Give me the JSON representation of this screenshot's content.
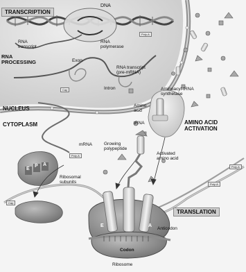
{
  "diagram": {
    "headings": {
      "transcription": "TRANSCRIPTION",
      "rna_processing": "RNA\nPROCESSING",
      "nucleus": "NUCLEUS",
      "cytoplasm": "CYTOPLASM",
      "amino_acid_activation": "AMINO ACID\nACTIVATION",
      "translation": "TRANSLATION"
    },
    "labels": {
      "dna": "DNA",
      "rna_transcript": "RNA\ntranscript",
      "rna_polymerase": "RNA\npolymerase",
      "exon": "Exon",
      "rna_transcript_pre_mrna": "RNA transcript\n(pre-mRNA)",
      "intron": "Intron",
      "aminoacyl_trna_synthetase": "Aminoacyl-tRNA\nsynthetase",
      "amino_acid": "Amino\nacid",
      "trna": "tRNA",
      "mrna": "mRNA",
      "growing_polypeptide": "Growing\npolypeptide",
      "activated_amino_acid": "Activated\namino acid",
      "ribosomal_subunits": "Ribosomal\nsubunits",
      "anticodon": "Anticodon",
      "codon": "Codon",
      "ribosome": "Ribosome"
    },
    "tiny_tags": {
      "cap_nucleus": "Cap",
      "polya_nucleus": "Poly-A",
      "polya_cytoplasm": "Poly-A",
      "cap_cytoplasm": "Cap",
      "polya_right": "Poly-A",
      "polya_upper": "Poly-A"
    },
    "site_letters": {
      "free_e": "E",
      "free_p": "P",
      "free_a": "A",
      "ribo_e": "E",
      "ribo_a": "A"
    },
    "colors": {
      "background": "#f4f4f4",
      "nucleus": "#d9d9d9",
      "nuclear_envelope": "#9a9a9a",
      "ribosome": "#8c8c8c",
      "trna": "#e6e6e6",
      "mrna": "#bdbdbd"
    }
  }
}
